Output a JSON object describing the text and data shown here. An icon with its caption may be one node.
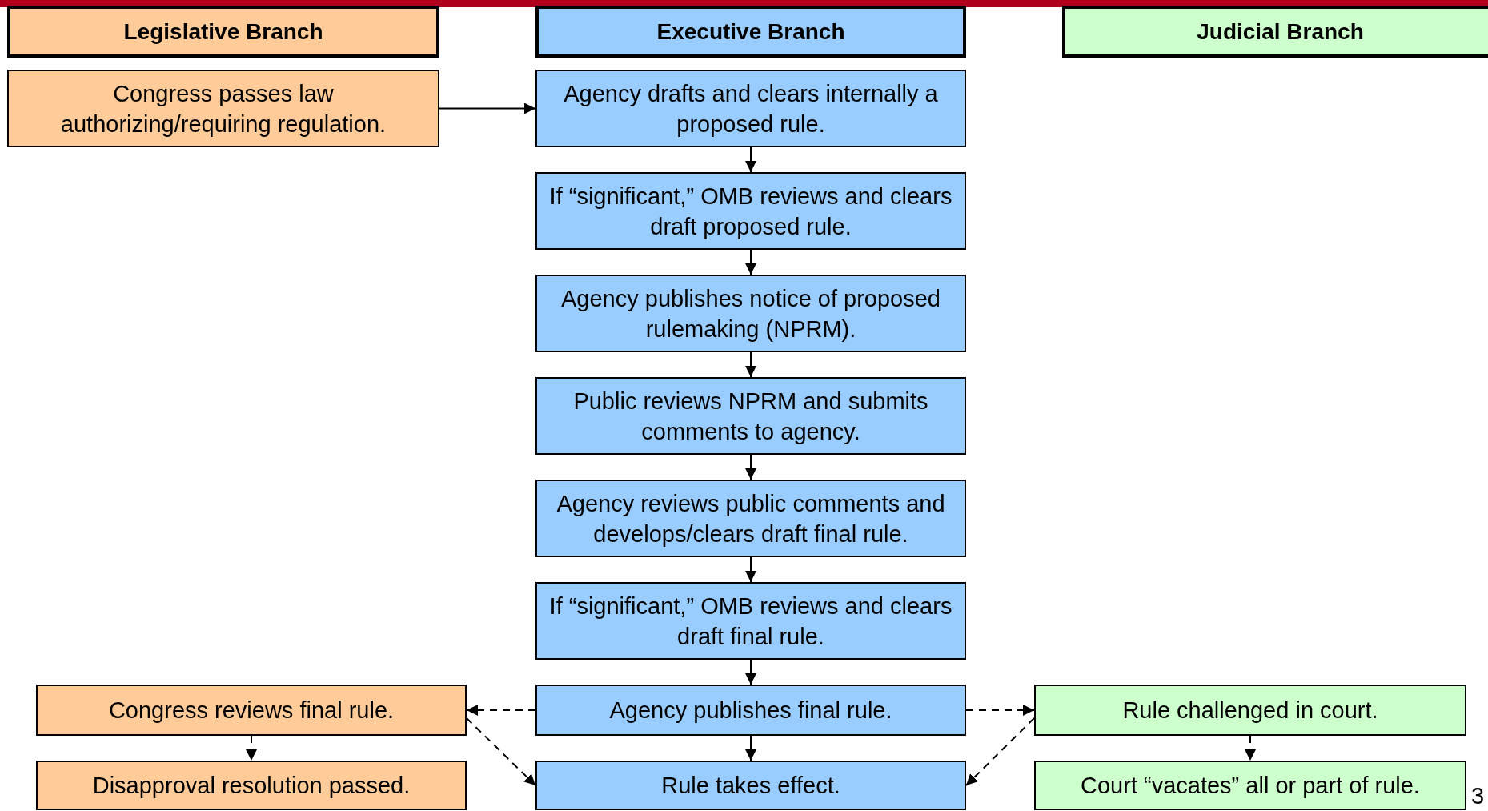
{
  "diagram": {
    "nodes": [
      {
        "text": [
          "Legislative Branch"
        ]
      },
      {
        "text": [
          "Executive Branch"
        ]
      },
      {
        "text": [
          "Judicial Branch"
        ]
      },
      {
        "text": [
          "Congress passes law authorizing/requiring regulation."
        ]
      },
      {
        "text": [
          "Agency drafts and clears internally a proposed rule."
        ]
      },
      {
        "text": [
          "If “significant,” OMB reviews and clears draft proposed rule."
        ]
      },
      {
        "text": [
          "Agency publishes notice of proposed rulemaking (NPRM)."
        ]
      },
      {
        "text": [
          "Public reviews NPRM and submits comments to agency."
        ]
      },
      {
        "text": [
          "Agency reviews public comments and develops/clears draft final rule."
        ]
      },
      {
        "text": [
          "If “significant,” OMB reviews and clears draft final rule."
        ]
      },
      {
        "text": [
          "Congress reviews final rule."
        ]
      },
      {
        "text": [
          "Agency publishes final rule."
        ]
      },
      {
        "text": [
          "Rule  challenged in court."
        ]
      },
      {
        "text": [
          "Disapproval resolution passed."
        ]
      },
      {
        "text": [
          "Rule takes effect."
        ]
      },
      {
        "text": [
          "Court “vacates” all or part of rule."
        ]
      }
    ],
    "edges": [
      {
        "from": 3,
        "to": 4,
        "arrow": "to"
      },
      {
        "from": 4,
        "to": 5,
        "arrow": "to"
      },
      {
        "from": 5,
        "to": 6,
        "arrow": "to"
      },
      {
        "from": 6,
        "to": 7,
        "arrow": "to"
      },
      {
        "from": 7,
        "to": 8,
        "arrow": "to"
      },
      {
        "from": 8,
        "to": 9,
        "arrow": "to"
      },
      {
        "from": 9,
        "to": 11,
        "arrow": "to"
      },
      {
        "from": 11,
        "to": 10,
        "arrow": "to",
        "style": "dashed"
      },
      {
        "from": 11,
        "to": 12,
        "arrow": "to",
        "style": "dashed"
      },
      {
        "from": 11,
        "to": 14,
        "arrow": "to"
      },
      {
        "from": 10,
        "to": 13,
        "arrow": "to",
        "style": "dashed"
      },
      {
        "from": 12,
        "to": 15,
        "arrow": "to",
        "style": "dashed"
      },
      {
        "from": 10,
        "to": 14,
        "arrow": "to",
        "style": "dashed"
      },
      {
        "from": 12,
        "to": 14,
        "arrow": "to",
        "style": "dashed"
      }
    ],
    "labels": [
      "3"
    ]
  }
}
